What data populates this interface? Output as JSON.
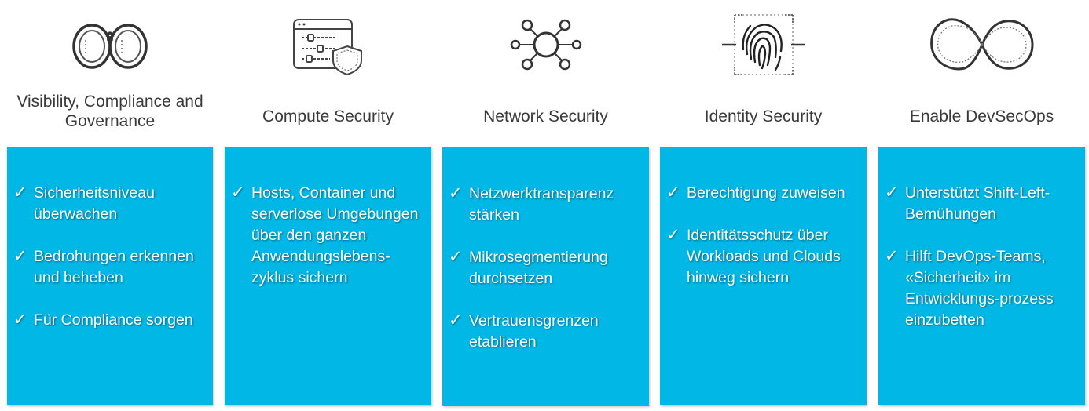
{
  "columns": [
    {
      "icon": "binoculars-icon",
      "heading": "Visibility, Compliance and Governance",
      "items": [
        "Sicherheitsniveau überwachen",
        "Bedrohungen erkennen und beheben",
        "Für Compliance sorgen"
      ]
    },
    {
      "icon": "server-settings-shield-icon",
      "heading": "Compute Security",
      "items": [
        "Hosts, Container und serverlose Umgebungen über den ganzen Anwendungslebens-zyklus sichern"
      ]
    },
    {
      "icon": "network-nodes-icon",
      "heading": "Network Security",
      "items": [
        "Netzwerktransparenz stärken",
        "Mikrosegmentierung durchsetzen",
        "Vertrauensgrenzen etablieren"
      ]
    },
    {
      "icon": "fingerprint-scan-icon",
      "heading": "Identity Security",
      "items": [
        "Berechtigung zuweisen",
        "Identitätsschutz über Workloads und Clouds hinweg sichern"
      ]
    },
    {
      "icon": "infinity-loop-icon",
      "heading": "Enable DevSecOps",
      "items": [
        "Unterstützt Shift-Left-Bemühungen",
        "Hilft DevOps-Teams, «Sicherheit» im Entwicklungs-prozess einzubetten"
      ]
    }
  ],
  "check_glyph": "✓",
  "colors": {
    "card": "#00b7e6",
    "text_on_card": "#ffffff",
    "icon_stroke": "#444444"
  }
}
